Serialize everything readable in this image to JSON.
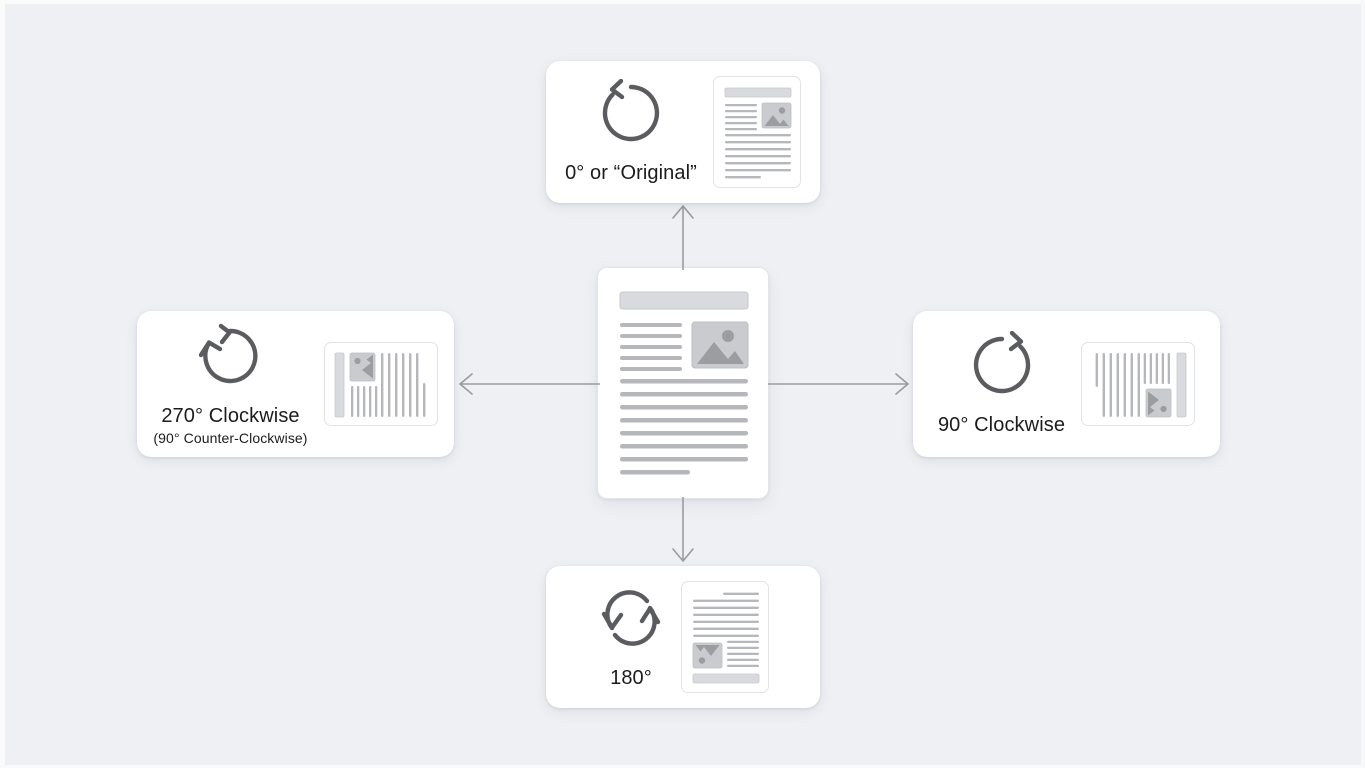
{
  "page": {
    "title": "Document Rotation Reference Diagram",
    "background_color": "#eef0f4"
  },
  "colors": {
    "background": "#eef0f4",
    "card_surface": "#ffffff",
    "text_primary": "#1c1c1e",
    "icon_stroke": "#5a5c60",
    "doc_border": "#e1e3e7",
    "doc_line": "#b5b7ba",
    "doc_header_fill": "#d8dade",
    "doc_image_fill": "#c9cbce",
    "doc_image_glyph": "#9b9da0",
    "arrow_stroke": "#9a9ca1"
  },
  "center": {
    "name": "original-document",
    "orientation_degrees": 0,
    "thumbnail": {
      "header_bar": true,
      "columns_section_lines": 5,
      "image_placeholder": "mountain-sun",
      "full_width_lines": 8,
      "final_short_line": true
    }
  },
  "arrows": [
    {
      "name": "arrow-up",
      "direction": "up",
      "from": "original-document",
      "to": "card-0"
    },
    {
      "name": "arrow-right",
      "direction": "right",
      "from": "original-document",
      "to": "card-90"
    },
    {
      "name": "arrow-down",
      "direction": "down",
      "from": "original-document",
      "to": "card-180"
    },
    {
      "name": "arrow-left",
      "direction": "left",
      "from": "original-document",
      "to": "card-270"
    }
  ],
  "cards": {
    "zero": {
      "label": "0° or “Original”",
      "sublabel": "",
      "icon": "rotate-counter-clockwise-icon",
      "degrees": 0,
      "thumbnail_orientation": "portrait-upright",
      "position": "top"
    },
    "ninety": {
      "label": "90° Clockwise",
      "sublabel": "",
      "icon": "rotate-clockwise-icon",
      "degrees": 90,
      "thumbnail_orientation": "landscape-rotated-90-cw",
      "position": "right"
    },
    "one_eighty": {
      "label": "180°",
      "sublabel": "",
      "icon": "rotate-180-icon",
      "degrees": 180,
      "thumbnail_orientation": "portrait-upside-down",
      "position": "bottom"
    },
    "two_seventy": {
      "label": "270° Clockwise",
      "sublabel": "(90° Counter-Clockwise)",
      "icon": "rotate-double-counter-clockwise-icon",
      "degrees": 270,
      "thumbnail_orientation": "landscape-rotated-270-cw",
      "position": "left"
    }
  }
}
